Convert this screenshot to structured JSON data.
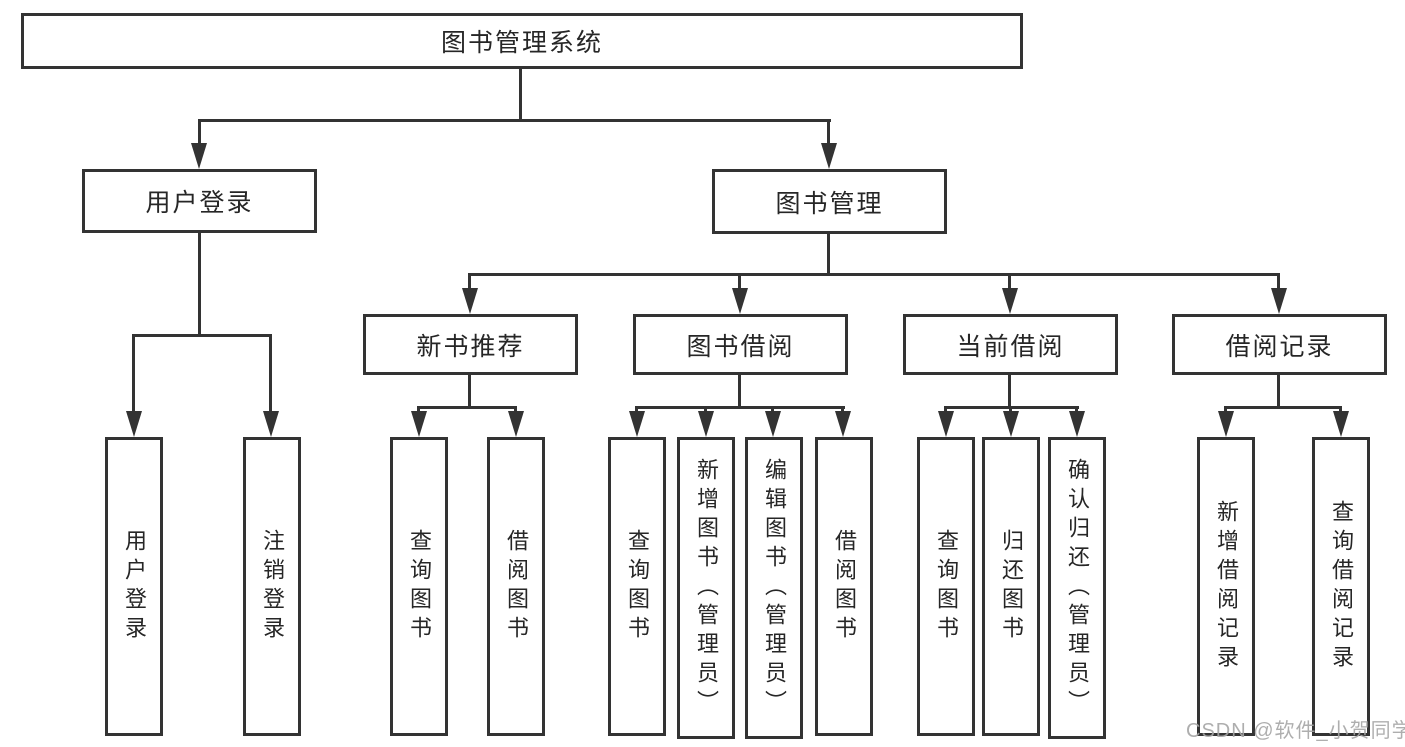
{
  "tree": {
    "root": {
      "label": "图书管理系统",
      "children": [
        {
          "label": "用户登录",
          "children": [
            {
              "label": "用户登录"
            },
            {
              "label": "注销登录"
            }
          ]
        },
        {
          "label": "图书管理",
          "children": [
            {
              "label": "新书推荐",
              "children": [
                {
                  "label": "查询图书"
                },
                {
                  "label": "借阅图书"
                }
              ]
            },
            {
              "label": "图书借阅",
              "children": [
                {
                  "label": "查询图书"
                },
                {
                  "label": "新增图书（管理员）"
                },
                {
                  "label": "编辑图书（管理员）"
                },
                {
                  "label": "借阅图书"
                }
              ]
            },
            {
              "label": "当前借阅",
              "children": [
                {
                  "label": "查询图书"
                },
                {
                  "label": "归还图书"
                },
                {
                  "label": "确认归还（管理员）"
                }
              ]
            },
            {
              "label": "借阅记录",
              "children": [
                {
                  "label": "新增借阅记录"
                },
                {
                  "label": "查询借阅记录"
                }
              ]
            }
          ]
        }
      ]
    }
  },
  "watermark": {
    "text": "CSDN @软件_小贺同学"
  },
  "colors": {
    "line": "#333333",
    "border": "#333333",
    "text": "#262626",
    "watermark": "#a6a6a6",
    "background": "#ffffff"
  }
}
